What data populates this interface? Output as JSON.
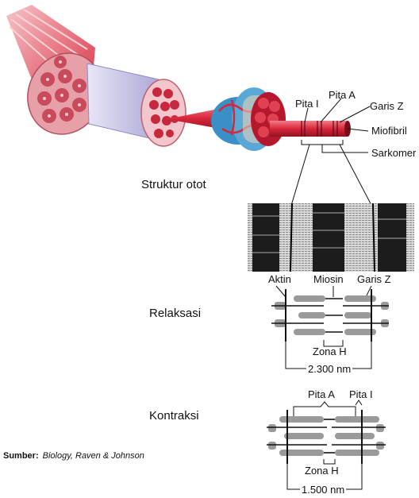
{
  "labels": {
    "pita_i": "Pita I",
    "pita_a": "Pita A",
    "garis_z": "Garis Z",
    "miofibril": "Miofibril",
    "sarkomer": "Sarkomer",
    "struktur_otot": "Struktur otot",
    "aktin": "Aktin",
    "miosin": "Miosin",
    "garis_z_2": "Garis Z",
    "relaksasi": "Relaksasi",
    "zona_h_relax": "Zona H",
    "length_relax": "2.300 nm",
    "kontraksi": "Kontraksi",
    "pita_a_2": "Pita A",
    "pita_i_2": "Pita I",
    "zona_h_contract": "Zona H",
    "length_contract": "1.500 nm"
  },
  "source": {
    "label": "Sumber:",
    "text": "Biology, Raven & Johnson"
  },
  "colors": {
    "muscle_red": "#d9263a",
    "fascicle_pink": "#e8a0a8",
    "sheath_lavender": "#c9c6e6",
    "vessel_blue": "#3a8fc6",
    "filament_gray": "#9a9a9a",
    "micrograph_dark": "#1c1c1c"
  }
}
